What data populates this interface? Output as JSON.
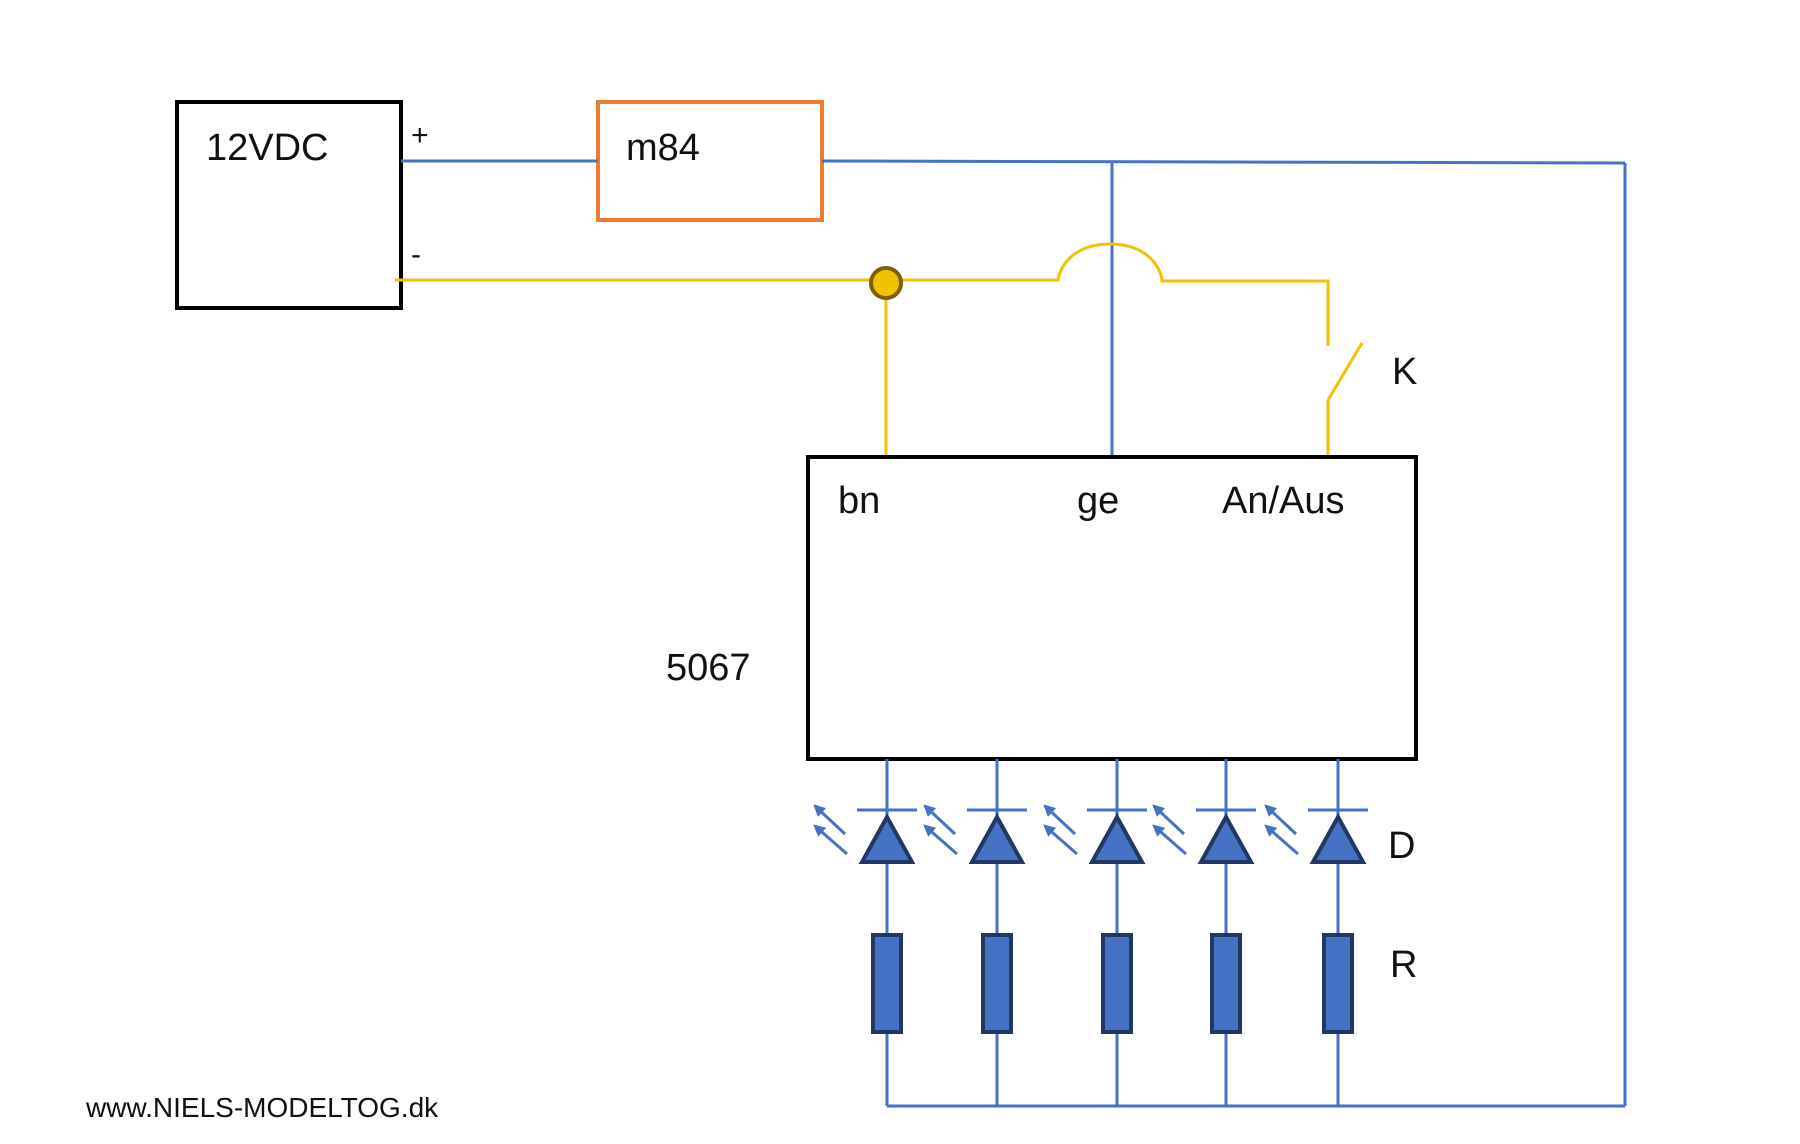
{
  "supply": {
    "label": "12VDC",
    "plus": "+",
    "minus": "-"
  },
  "module_m84": {
    "label": "m84"
  },
  "decoder": {
    "label": "5067",
    "pins": {
      "bn": "bn",
      "ge": "ge",
      "onoff": "An/Aus"
    }
  },
  "switch": {
    "label": "K"
  },
  "leds": {
    "label": "D",
    "count": 5
  },
  "resistors": {
    "label": "R",
    "count": 5
  },
  "footer": {
    "website": "www.NIELS-MODELTOG.dk"
  },
  "colors": {
    "wire_positive": "#4472c4",
    "wire_negative": "#f2c100",
    "module_border": "#ed7d31",
    "component_fill": "#4472c4"
  }
}
